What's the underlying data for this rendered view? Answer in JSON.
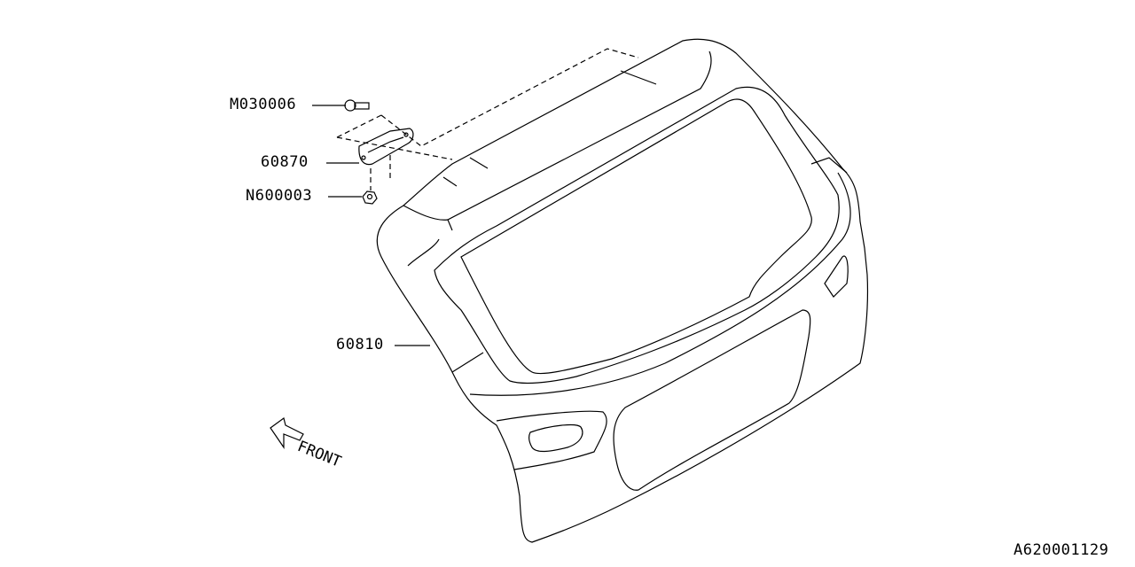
{
  "callouts": [
    {
      "id": "bolt",
      "part_number": "M030006"
    },
    {
      "id": "hinge",
      "part_number": "60870"
    },
    {
      "id": "nut",
      "part_number": "N600003"
    },
    {
      "id": "gate",
      "part_number": "60810"
    }
  ],
  "direction_label": "FRONT",
  "diagram_id": "A620001129"
}
